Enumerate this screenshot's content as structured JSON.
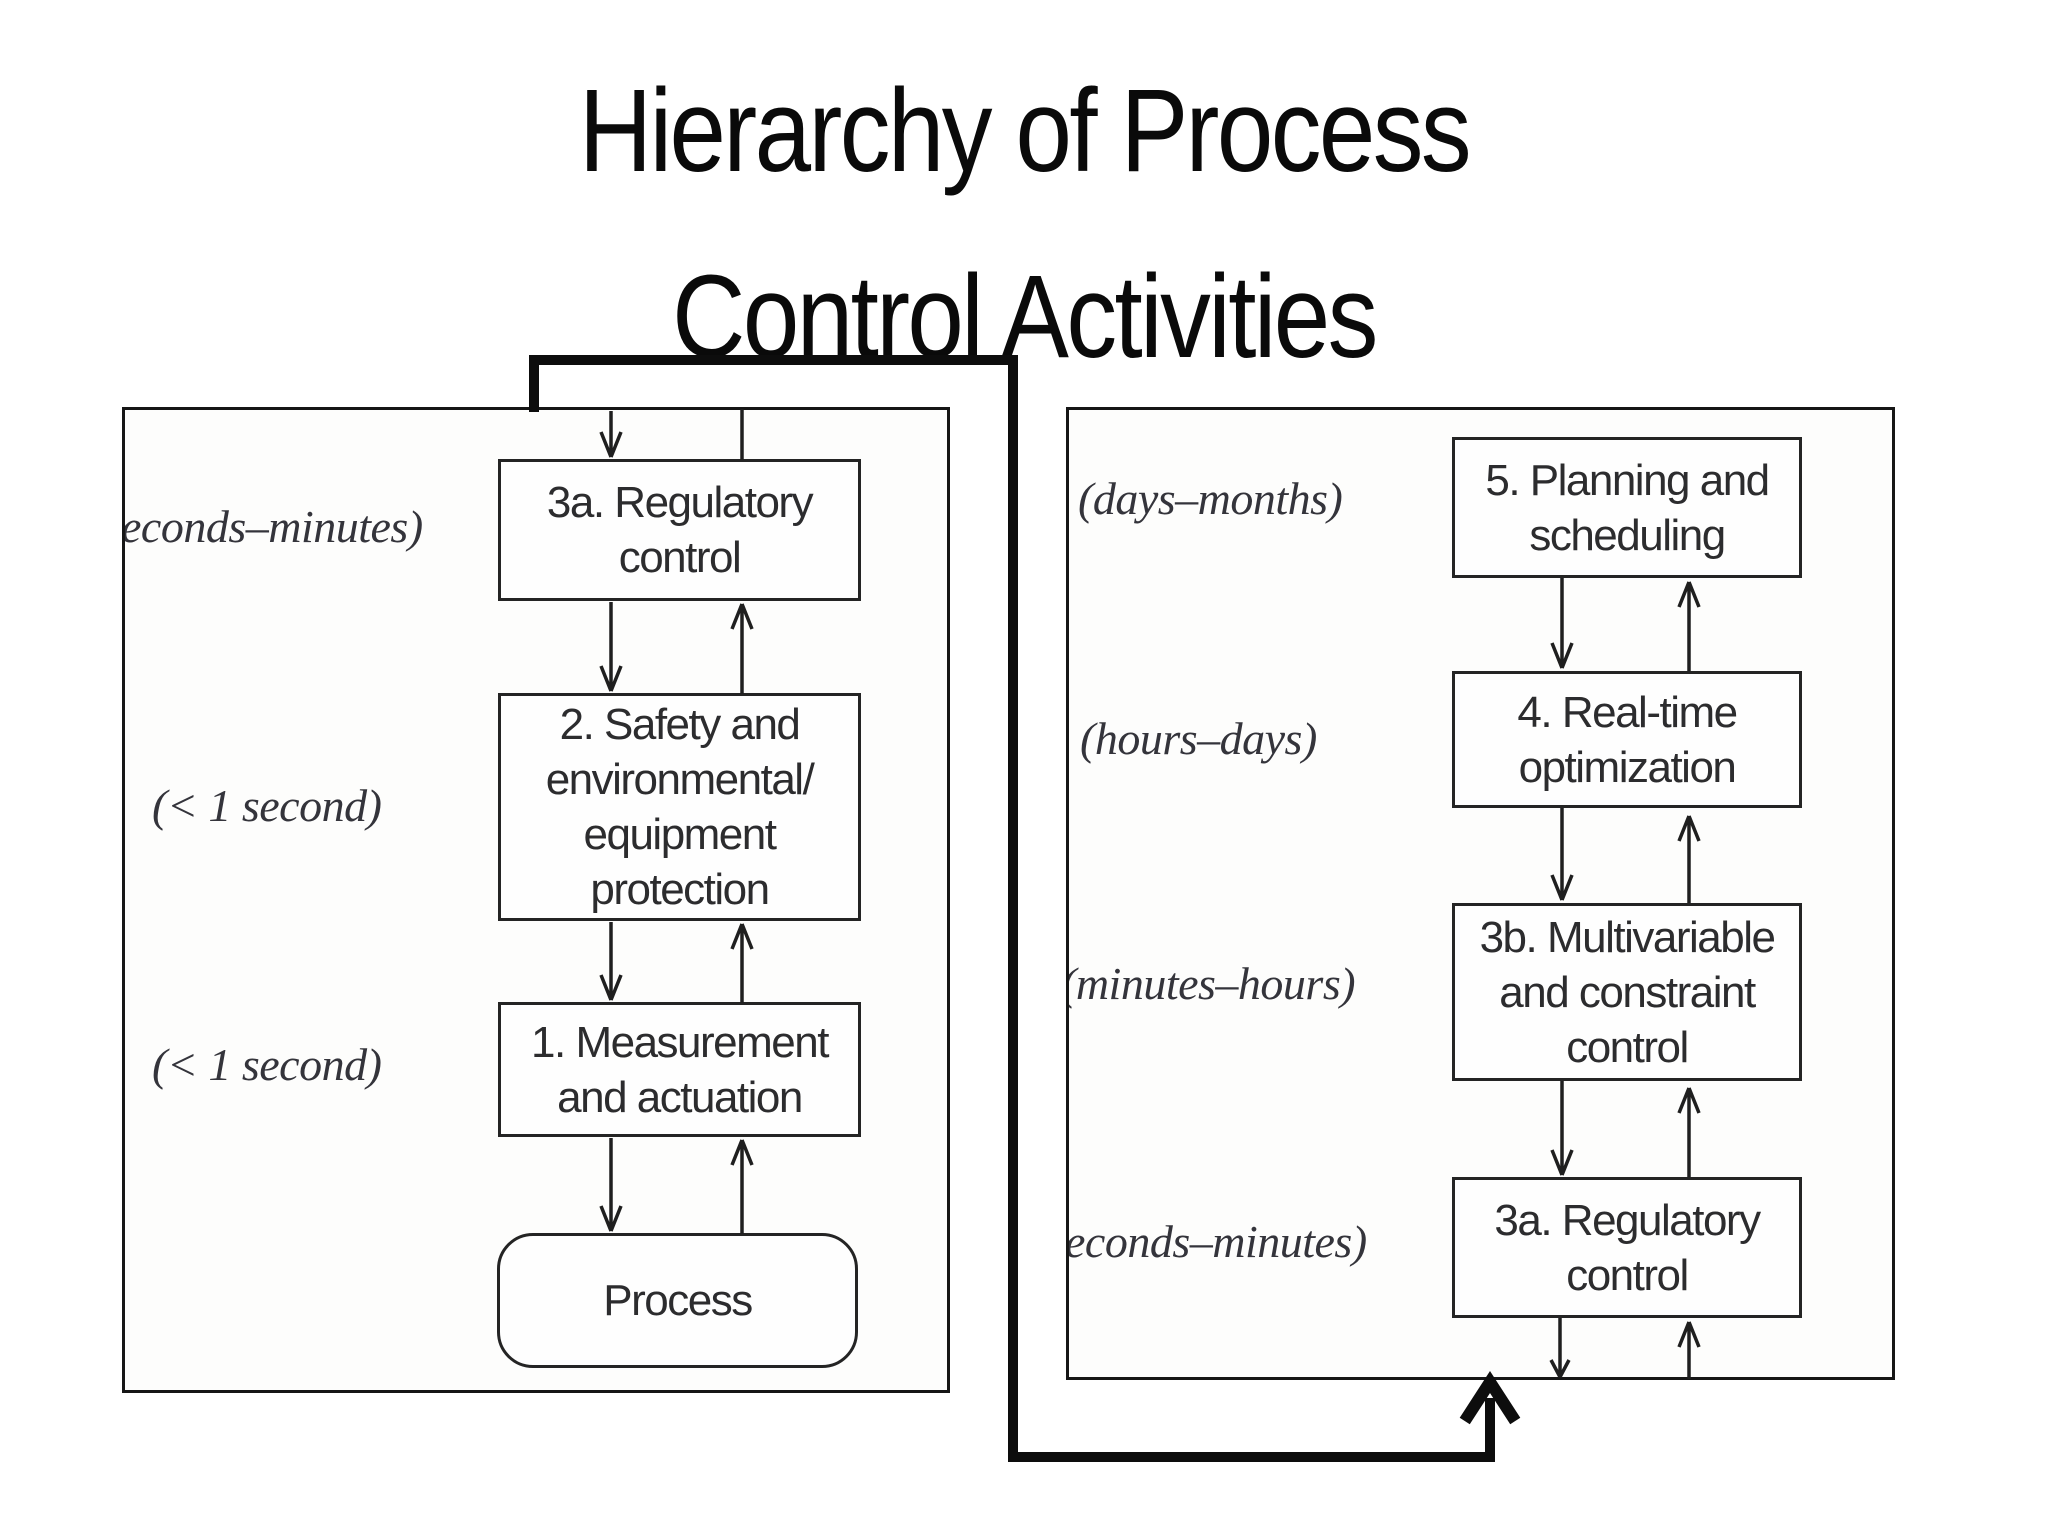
{
  "title": {
    "line1": "Hierarchy of Process",
    "line2": "Control Activities"
  },
  "left_panel": {
    "time_labels": [
      {
        "text": "econds–minutes)"
      },
      {
        "text": "(< 1 second)"
      },
      {
        "text": "(< 1 second)"
      }
    ],
    "boxes": [
      {
        "id": "3a",
        "lines": [
          "3a. Regulatory",
          "control"
        ]
      },
      {
        "id": "2",
        "lines": [
          "2. Safety and",
          "environmental/",
          "equipment",
          "protection"
        ]
      },
      {
        "id": "1",
        "lines": [
          "1. Measurement",
          "and actuation"
        ]
      },
      {
        "id": "process",
        "shape": "rounded",
        "lines": [
          "Process"
        ]
      }
    ]
  },
  "right_panel": {
    "time_labels": [
      {
        "text": "(days–months)"
      },
      {
        "text": "(hours–days)"
      },
      {
        "text": "(minutes–hours)"
      },
      {
        "text": "econds–minutes)"
      }
    ],
    "boxes": [
      {
        "id": "5",
        "lines": [
          "5. Planning and",
          "scheduling"
        ]
      },
      {
        "id": "4",
        "lines": [
          "4. Real-time",
          "optimization"
        ]
      },
      {
        "id": "3b",
        "lines": [
          "3b. Multivariable",
          "and constraint",
          "control"
        ]
      },
      {
        "id": "3a",
        "lines": [
          "3a. Regulatory",
          "control"
        ]
      }
    ]
  },
  "colors": {
    "background": "#ffffff",
    "title_text": "#0a0a0a",
    "panel_border": "#161616",
    "box_border": "#242424",
    "box_text": "#2c2c2e",
    "label_text": "#34343b",
    "thin_line": "#1f1f1f",
    "thick_connector": "#0d0d0d"
  }
}
